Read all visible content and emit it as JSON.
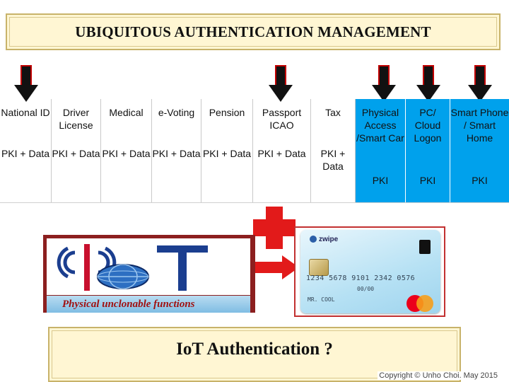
{
  "title": "UBIQUITOUS AUTHENTICATION MANAGEMENT",
  "categories": [
    {
      "name": "National ID",
      "tech": "PKI + Data",
      "highlight": false
    },
    {
      "name": "Driver License",
      "tech": "PKI + Data",
      "highlight": false
    },
    {
      "name": "Medical",
      "tech": "PKI + Data",
      "highlight": false
    },
    {
      "name": "e-Voting",
      "tech": "PKI + Data",
      "highlight": false
    },
    {
      "name": "Pension",
      "tech": "PKI + Data",
      "highlight": false
    },
    {
      "name": "Passport ICAO",
      "tech": "PKI + Data",
      "highlight": false
    },
    {
      "name": "Tax",
      "tech": "PKI + Data",
      "highlight": false
    },
    {
      "name": "Physical Access /Smart Car",
      "tech": "PKI",
      "highlight": true
    },
    {
      "name": "PC/ Cloud Logon",
      "tech": "PKI",
      "highlight": true
    },
    {
      "name": "Smart Phone / Smart Home",
      "tech": "PKI",
      "highlight": true
    }
  ],
  "iot": {
    "logo_text": "IoT",
    "puf_caption": "Physical unclonable functions"
  },
  "card": {
    "brand": "zwipe",
    "number": "1234 5678 9101 2342 0576",
    "valid": "00/00",
    "holder": "MR. COOL",
    "network": "MasterCard"
  },
  "auth_question": "IoT Authentication ?",
  "copyright": "Copyright © Unho Choi. May 2015",
  "colors": {
    "accent_blue": "#00a1ec",
    "red": "#e21a1a",
    "title_bg": "#fff6d3"
  }
}
